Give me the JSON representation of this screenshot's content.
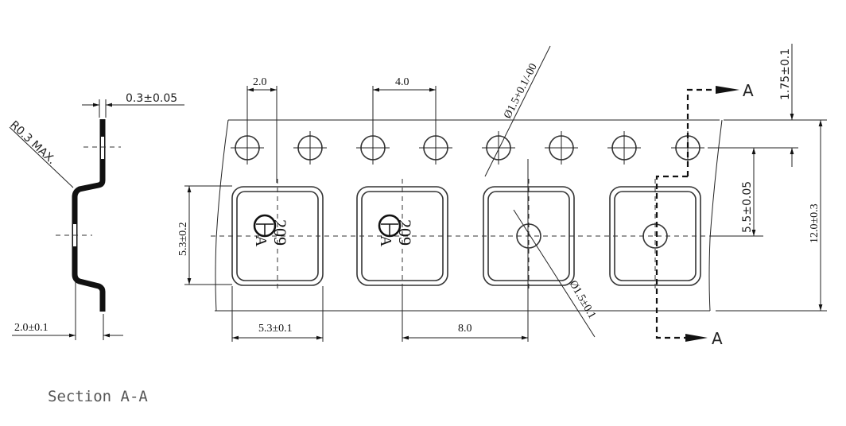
{
  "section_title": "Section A-A",
  "section_marker": "A",
  "profile": {
    "thickness": "0.3±0.05",
    "radius": "R0.3 MAX.",
    "depth": "2.0±0.1"
  },
  "tape": {
    "hole_offset": "2.0",
    "hole_pitch": "4.0",
    "hole_diameter": "Ø1.5+0.1/-00",
    "pocket_height": "5.3±0.2",
    "pocket_width": "5.3±0.1",
    "pocket_pitch": "8.0",
    "pocket_hole_diameter": "Ø1.5±0.1",
    "edge_to_holes": "1.75±0.1",
    "holes_to_center": "5.5±0.05",
    "tape_width": "12.0±0.3"
  },
  "component_marking": {
    "code": "209",
    "letter": "A"
  }
}
